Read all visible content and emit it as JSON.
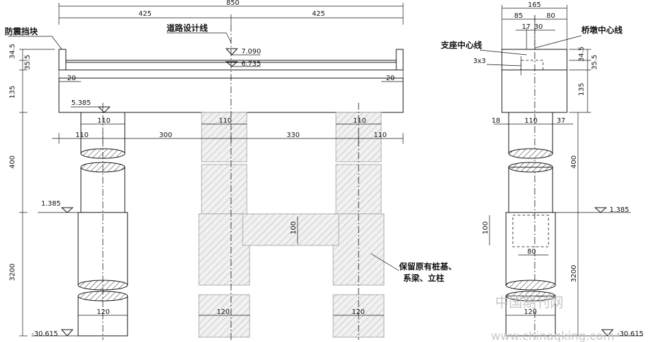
{
  "front": {
    "total_width": "850",
    "half_left": "425",
    "half_right": "425",
    "label_road_line": "道路设计线",
    "label_block": "防震挡块",
    "elev_top": "7.090",
    "elev_mid": "6.735",
    "elev_cap_bottom": "5.385",
    "elev_ground": "1.385",
    "elev_pile_bottom": "-30.615",
    "dim_20_left": "20",
    "dim_20_right": "20",
    "dim_34_5": "34.5",
    "dim_35_5": "35.5",
    "dim_135": "135",
    "dim_400": "400",
    "dim_3200": "3200",
    "dim_110_a": "110",
    "dim_110_b": "110",
    "dim_110_c": "110",
    "dim_110_left": "110",
    "dim_110_right": "110",
    "dim_300": "300",
    "dim_330": "330",
    "dim_100": "100",
    "dim_120_a": "120",
    "dim_120_b": "120",
    "dim_120_c": "120",
    "label_keep": "保留原有桩基、",
    "label_keep2": "系梁、立柱"
  },
  "side": {
    "total": "165",
    "w85": "85",
    "w80": "80",
    "w17": "17",
    "w30": "30",
    "label_pier_center": "桥墩中心线",
    "label_bearing_center": "支座中心线",
    "label_3x3": "3x3",
    "dim_34_5": "34.5",
    "dim_35_5": "35.5",
    "dim_135": "135",
    "dim_18": "18",
    "dim_110": "110",
    "dim_37": "37",
    "dim_400": "400",
    "elev_ground": "1.385",
    "dim_100": "100",
    "dim_80": "80",
    "dim_3200": "3200",
    "dim_120": "120",
    "elev_bottom": "-30.615"
  },
  "watermark": {
    "cn": "中国期刊网",
    "url": "www.chinaqking.com"
  }
}
